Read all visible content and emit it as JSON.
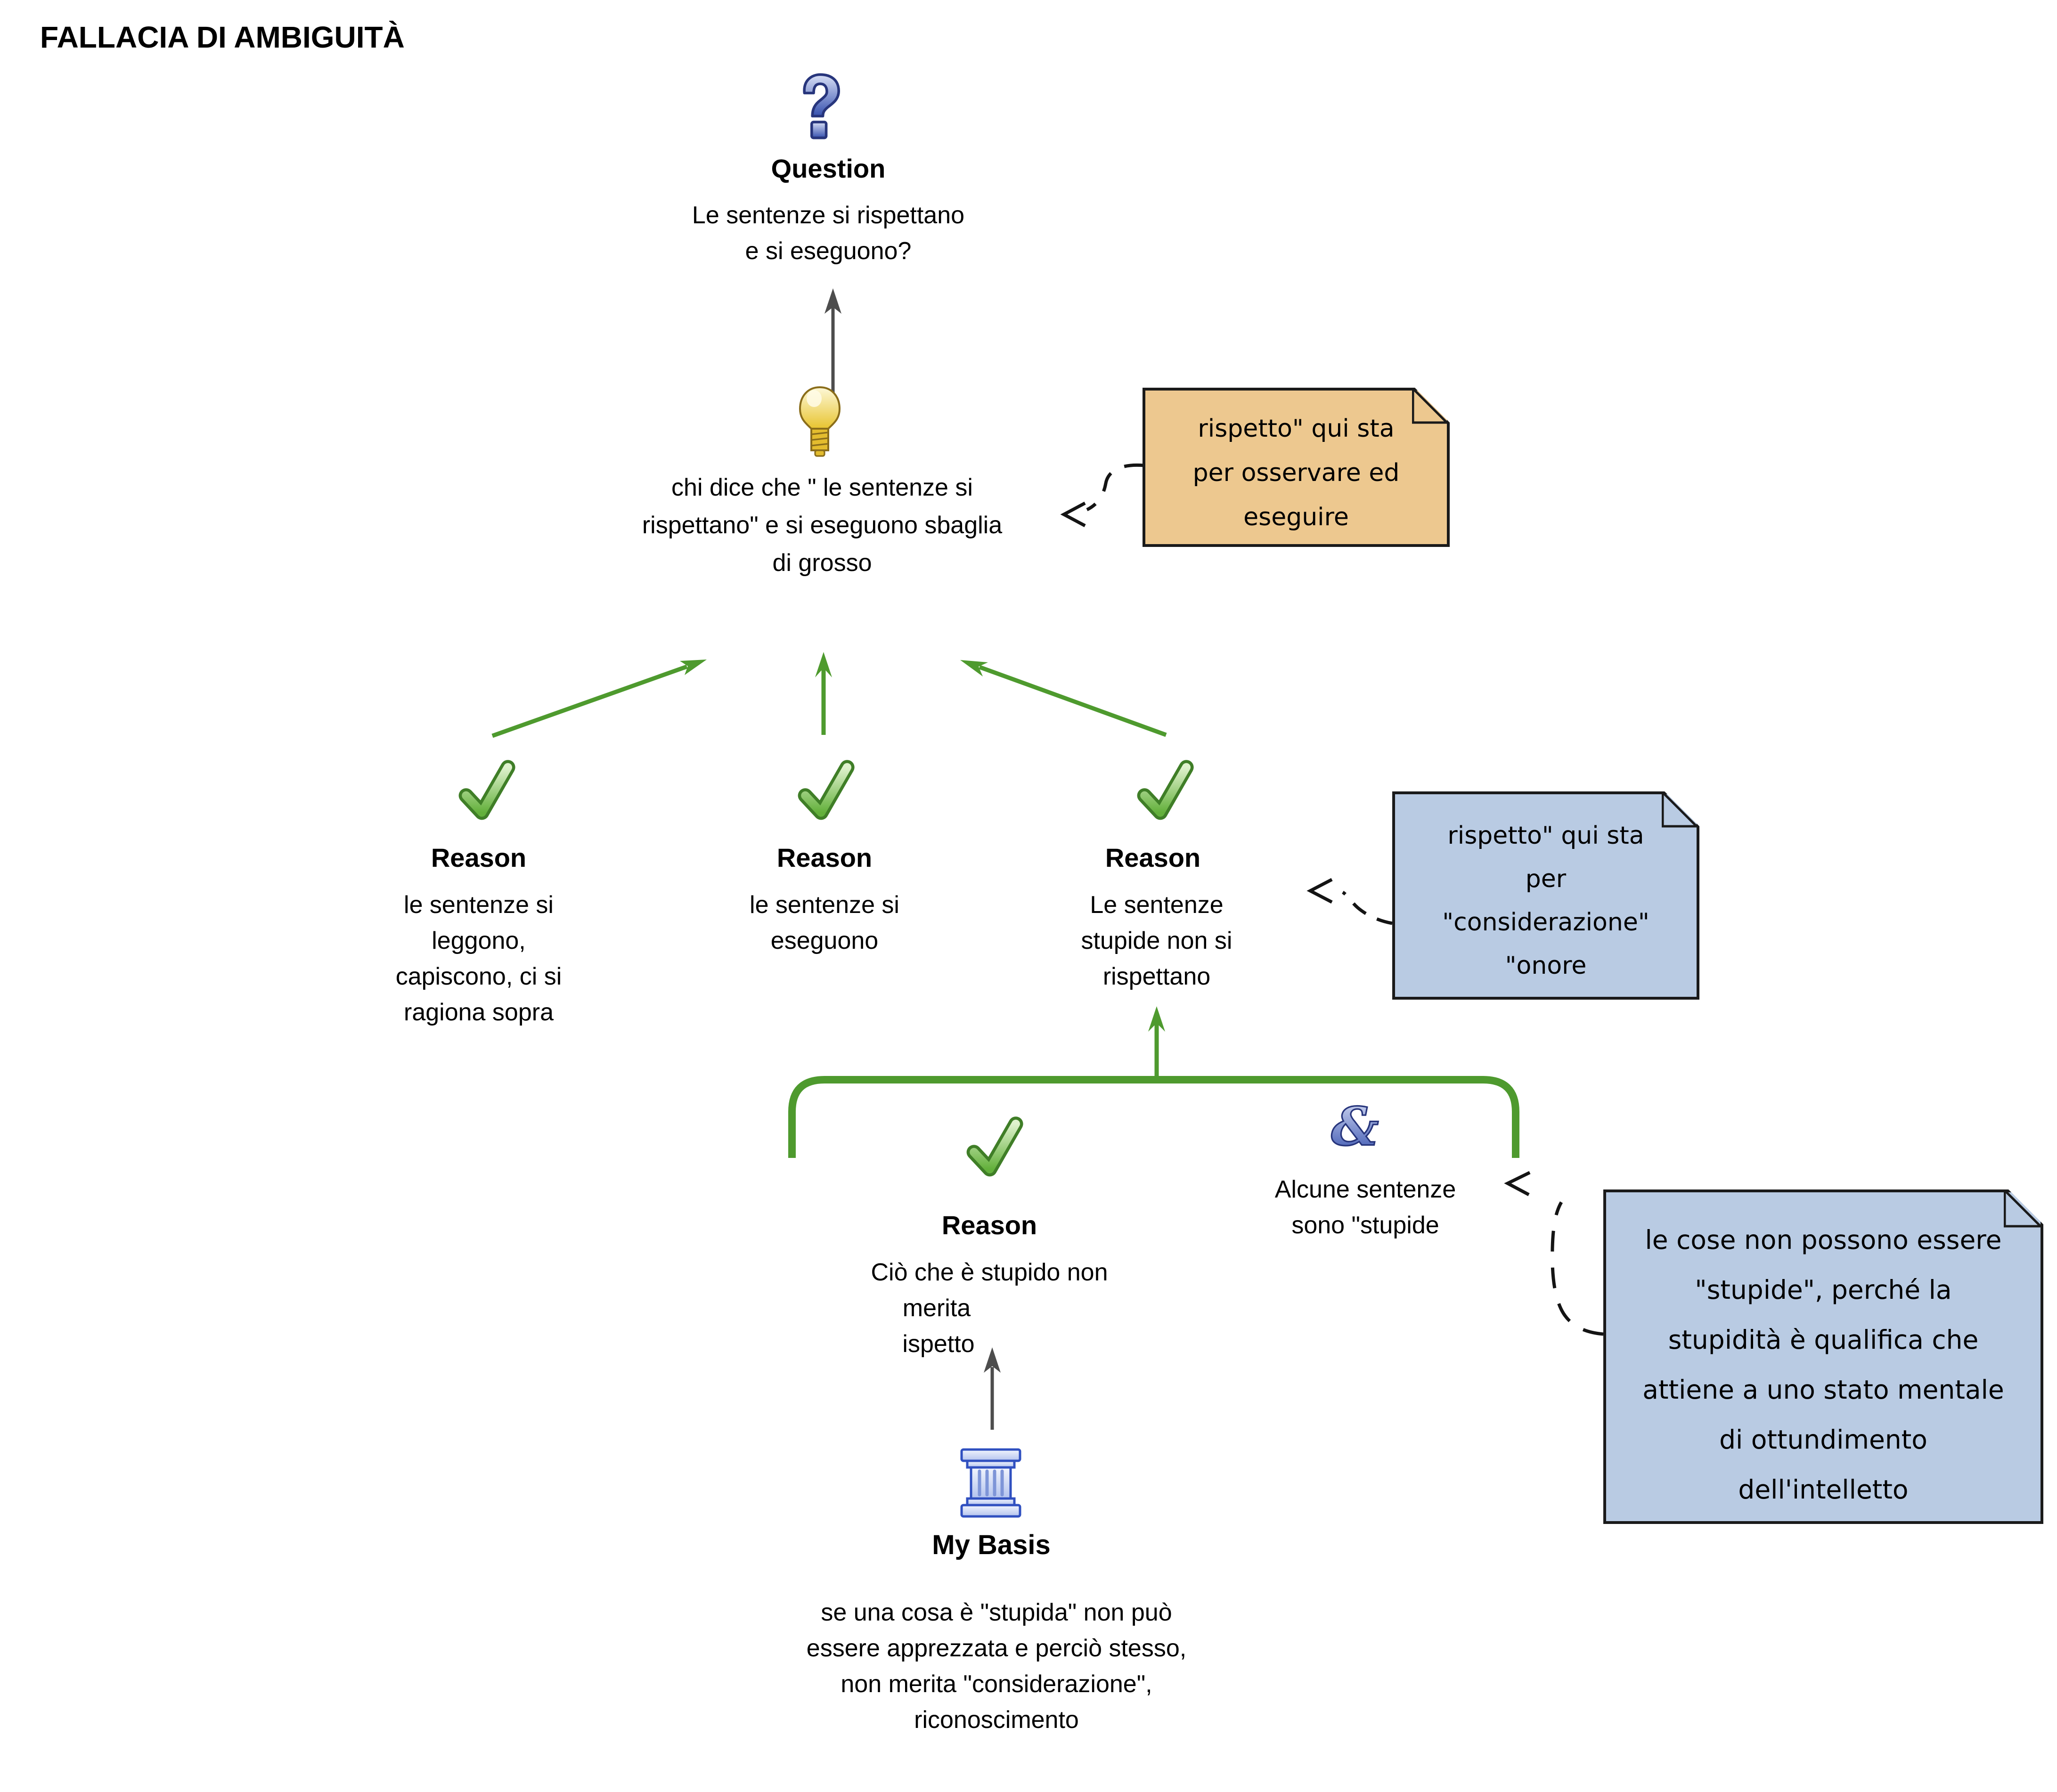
{
  "title": "FALLACIA DI AMBIGUITÀ",
  "question": {
    "label": "Question",
    "lines": [
      "Le sentenze si rispettano",
      "e si eseguono?"
    ]
  },
  "claim": {
    "lines": [
      "chi dice che \" le sentenze si",
      "rispettano\" e si eseguono sbaglia",
      "di grosso"
    ]
  },
  "reasons": [
    {
      "label": "Reason",
      "lines": [
        "le sentenze si",
        "leggono,",
        "capiscono, ci si",
        "ragiona sopra"
      ]
    },
    {
      "label": "Reason",
      "lines": [
        "le sentenze si",
        "eseguono"
      ]
    },
    {
      "label": "Reason",
      "lines": [
        "Le sentenze",
        "stupide non si",
        "rispettano"
      ]
    }
  ],
  "group": {
    "reason_label": "Reason",
    "reason_lines": [
      "Ciò che è stupido non",
      "merita",
      "ispetto"
    ],
    "and_lines": [
      "Alcune sentenze",
      "sono \"stupide"
    ]
  },
  "basis": {
    "label": "My Basis",
    "lines": [
      "se una cosa è \"stupida\" non può",
      "essere apprezzata e perciò stesso,",
      "non merita \"considerazione\",",
      "riconoscimento"
    ]
  },
  "notes": {
    "claim": {
      "lines": [
        "rispetto\" qui sta",
        "per osservare ed",
        "eseguire"
      ]
    },
    "reason3": {
      "lines": [
        "rispetto\" qui sta",
        "per",
        "\"considerazione\"",
        "\"onore"
      ]
    },
    "and": {
      "lines": [
        "le cose non possono essere",
        "\"stupide\", perché la",
        "stupidità è qualifica che",
        "attiene a uno stato mentale",
        "di ottundimento",
        "dell'intelletto"
      ]
    }
  },
  "icons": [
    "question-icon",
    "lightbulb-icon",
    "check-icon",
    "ampersand-icon",
    "pillar-icon"
  ],
  "colors": {
    "green": "#4e9a2e",
    "check_dark": "#3f7e27",
    "black_arrow": "#4d4d4d",
    "note_orange": "#edc88f",
    "note_blue": "#b9cbe3",
    "icon_blue": "#3550ae"
  }
}
